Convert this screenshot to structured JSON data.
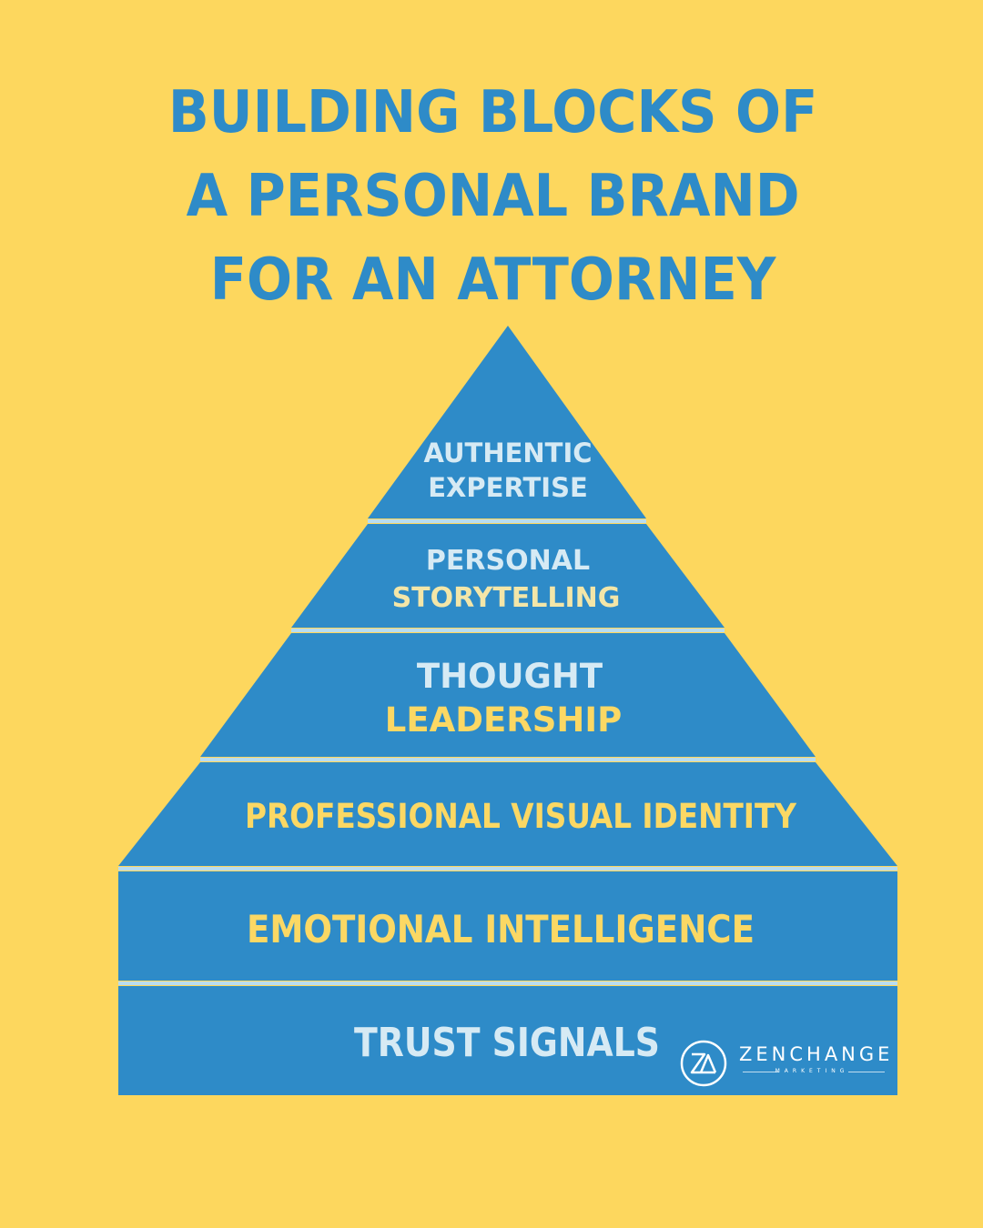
{
  "title": {
    "lines": [
      "BUILDING BLOCKS OF",
      "A PERSONAL BRAND",
      "FOR AN ATTORNEY"
    ]
  },
  "pyramid": {
    "tiers": [
      {
        "lines": [
          "AUTHENTIC",
          "EXPERTISE"
        ]
      },
      {
        "lines": [
          "PERSONAL",
          "STORYTELLING"
        ]
      },
      {
        "lines": [
          "THOUGHT",
          "LEADERSHIP"
        ]
      },
      {
        "lines": [
          "PROFESSIONAL VISUAL IDENTITY"
        ]
      },
      {
        "lines": [
          "EMOTIONAL INTELLIGENCE"
        ]
      },
      {
        "lines": [
          "TRUST SIGNALS"
        ]
      }
    ]
  },
  "logo": {
    "word": "ZENCHANGE",
    "sub": "MARKETING"
  },
  "colors": {
    "background": "#FDD75E",
    "blue": "#2E8BC8",
    "divider": "#B9DDF0",
    "text_light": "#D6EAF4",
    "text_yellow": "#FBD864"
  }
}
